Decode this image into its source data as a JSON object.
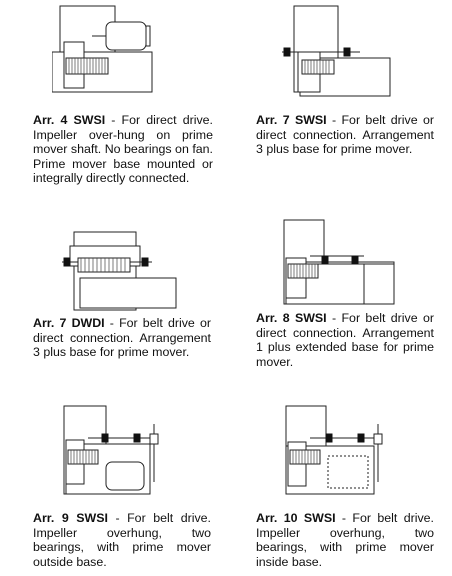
{
  "arrangements": [
    {
      "code": "Arr. 4 SWSI",
      "text": " - For direct drive. Impeller over-hung on prime mover shaft. No bearings on fan. Prime mover base mounted or integrally directly connected."
    },
    {
      "code": "Arr. 7 SWSI",
      "text": " - For belt drive or direct connection. Arrangement 3 plus base for prime mover."
    },
    {
      "code": "Arr. 7 DWDI",
      "text": " - For belt drive or direct connection. Arrangement 3 plus base for prime mover."
    },
    {
      "code": "Arr. 8 SWSI",
      "text": " - For belt drive or direct connection. Arrangement 1 plus extended base for prime mover."
    },
    {
      "code": "Arr. 9 SWSI",
      "text": " - For belt drive. Impeller overhung, two bearings, with prime mover outside base."
    },
    {
      "code": "Arr. 10 SWSI",
      "text": " - For belt drive. Impeller overhung, two bearings, with prime mover inside base."
    }
  ]
}
